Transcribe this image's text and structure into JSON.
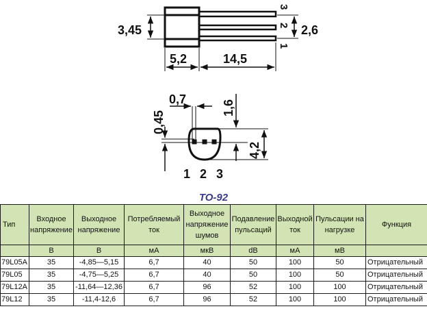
{
  "drawing": {
    "side_view": {
      "height_label": "3,45",
      "pin_pitch_label": "2,6",
      "body_length_label": "5,2",
      "lead_length_label": "14,5",
      "pin_numbers": [
        "3",
        "2",
        "1"
      ]
    },
    "bottom_view": {
      "pin_width_label": "0,7",
      "pin_offset_label": "0,45",
      "flat_label": "1,6",
      "diameter_label": "4,2",
      "pin_numbers": [
        "1",
        "2",
        "3"
      ]
    }
  },
  "package_title": "TO-92",
  "table": {
    "headers": [
      "Тип",
      "Входное напряжение",
      "Выходное напряжение",
      "Потребляемый ток",
      "Выходное напряжение шумов",
      "Подавление пульсаций",
      "Выходной ток",
      "Пульсации на нагрузке",
      "Функция"
    ],
    "units": [
      "",
      "В",
      "В",
      "мА",
      "мкВ",
      "dB",
      "мА",
      "мВ",
      ""
    ],
    "rows": [
      [
        "79L05A",
        "35",
        "-4,85—5,15",
        "6,7",
        "40",
        "50",
        "100",
        "50",
        "Отрицательный"
      ],
      [
        "79L05",
        "35",
        "-4,75—5,25",
        "6,7",
        "40",
        "50",
        "100",
        "50",
        "Отрицательный"
      ],
      [
        "79L12A",
        "35",
        "-11,64—12,36",
        "6,7",
        "96",
        "52",
        "100",
        "100",
        "Отрицательный"
      ],
      [
        "79L12",
        "35",
        "-11,4-12,6",
        "6,7",
        "96",
        "52",
        "100",
        "100",
        "Отрицательный"
      ]
    ]
  },
  "colors": {
    "header_bg": "#d3e4b4",
    "title_color": "#3a3a8c",
    "border": "#1a1a1a"
  }
}
